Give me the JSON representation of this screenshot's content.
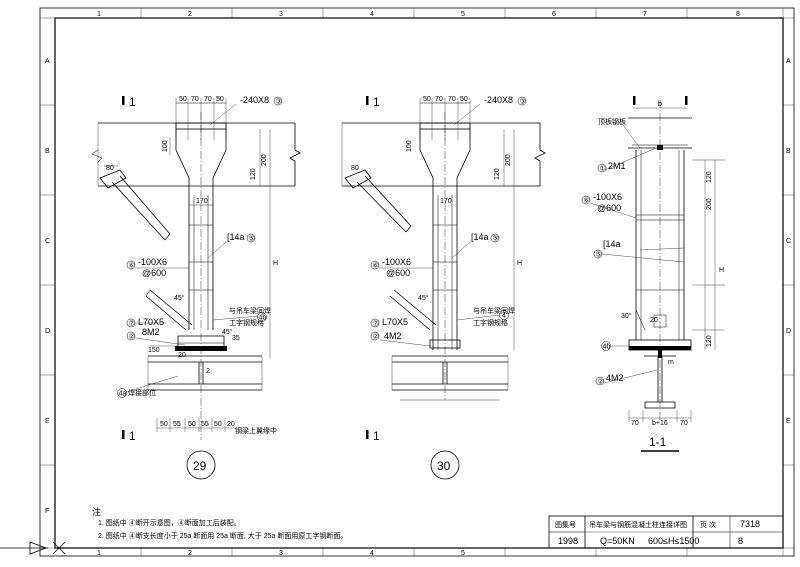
{
  "grid": {
    "cols": [
      "1",
      "2",
      "3",
      "4",
      "5",
      "6",
      "7",
      "8"
    ],
    "rows": [
      "A",
      "B",
      "C",
      "D",
      "E",
      "F"
    ]
  },
  "detail29": {
    "section_label": "1",
    "plate": "-240X8",
    "plate_ref": "③",
    "dims_top": [
      "50",
      "70",
      "70",
      "50"
    ],
    "dim_100": "100",
    "dim_120": "120",
    "dim_200": "200",
    "dim_80": "80",
    "dim_170": "170",
    "channel": "[14a",
    "channel_ref": "⑤",
    "stiffener": "-100X6",
    "stiffener_pitch": "@600",
    "stiffener_ref": "⑥",
    "angle_45": "45°",
    "angle": "L70X5",
    "angle_ref": "⑦",
    "bolt": "8M2",
    "bolt_ref": "②",
    "weld_note_1": "与吊车梁同焊",
    "weld_note_2": "工字钢规格",
    "ref_4b": "4b",
    "ref_4a": "4a",
    "dim_h": "H",
    "dim_2": "2",
    "dim_20": "20",
    "dim_35": "35",
    "dim_150": "150",
    "dims_bottom": [
      "50",
      "55",
      "50",
      "55",
      "50",
      "20"
    ],
    "bottom_note": "钢梁上翼缘中",
    "anchor_note": "焊接部位",
    "number": "29"
  },
  "detail30": {
    "section_label": "1",
    "plate": "-240X8",
    "plate_ref": "③",
    "dims_top": [
      "50",
      "70",
      "70",
      "50"
    ],
    "dim_100": "100",
    "dim_120": "120",
    "dim_200": "200",
    "dim_80": "80",
    "dim_170": "170",
    "channel": "[14a",
    "channel_ref": "⑤",
    "stiffener": "-100X6",
    "stiffener_pitch": "@600",
    "stiffener_ref": "⑥",
    "angle_45": "45°",
    "angle": "L70X5",
    "angle_ref": "⑦",
    "bolt": "4M2",
    "bolt_ref": "②",
    "weld_note_1": "与吊车梁同焊",
    "weld_note_2": "工字钢规格",
    "ref_4": "4",
    "dim_h": "H",
    "number": "30"
  },
  "section": {
    "dim_b": "b",
    "top_note": "顶板钢板",
    "bolt_top": "2M1",
    "bolt_top_ref": "①",
    "stiffener": "-100X6",
    "stiffener_pitch": "@600",
    "stiffener_ref": "⑥",
    "channel": "[14a",
    "channel_ref": "⑤",
    "dim_120a": "120",
    "dim_200": "200",
    "dim_120b": "120",
    "dim_h": "H",
    "angle": "30°",
    "dim_20": "20",
    "dim_m": "m",
    "ref_4b": "4b",
    "bolt": "4M2",
    "bolt_ref": "②",
    "dims_bottom": [
      "70",
      "b+16",
      "70"
    ],
    "title": "1-1"
  },
  "notes": {
    "heading": "注",
    "line1": "1. 图纸中 ④断开示意图，④断面加工后装配。",
    "line2": "2. 图纸中 ④断支长度小于 25a 断面用 25a 断面, 大于 25a 断面用原工字钢断面。"
  },
  "titleblock": {
    "label_code": "图集号",
    "code": "1998",
    "title": "吊车梁与钢筋混凝土柱连接详图",
    "spec_load": "Q=50KN",
    "spec_range": "600≤H≤1500",
    "page_label": "页 次",
    "page": "7318",
    "page_num": "8"
  }
}
